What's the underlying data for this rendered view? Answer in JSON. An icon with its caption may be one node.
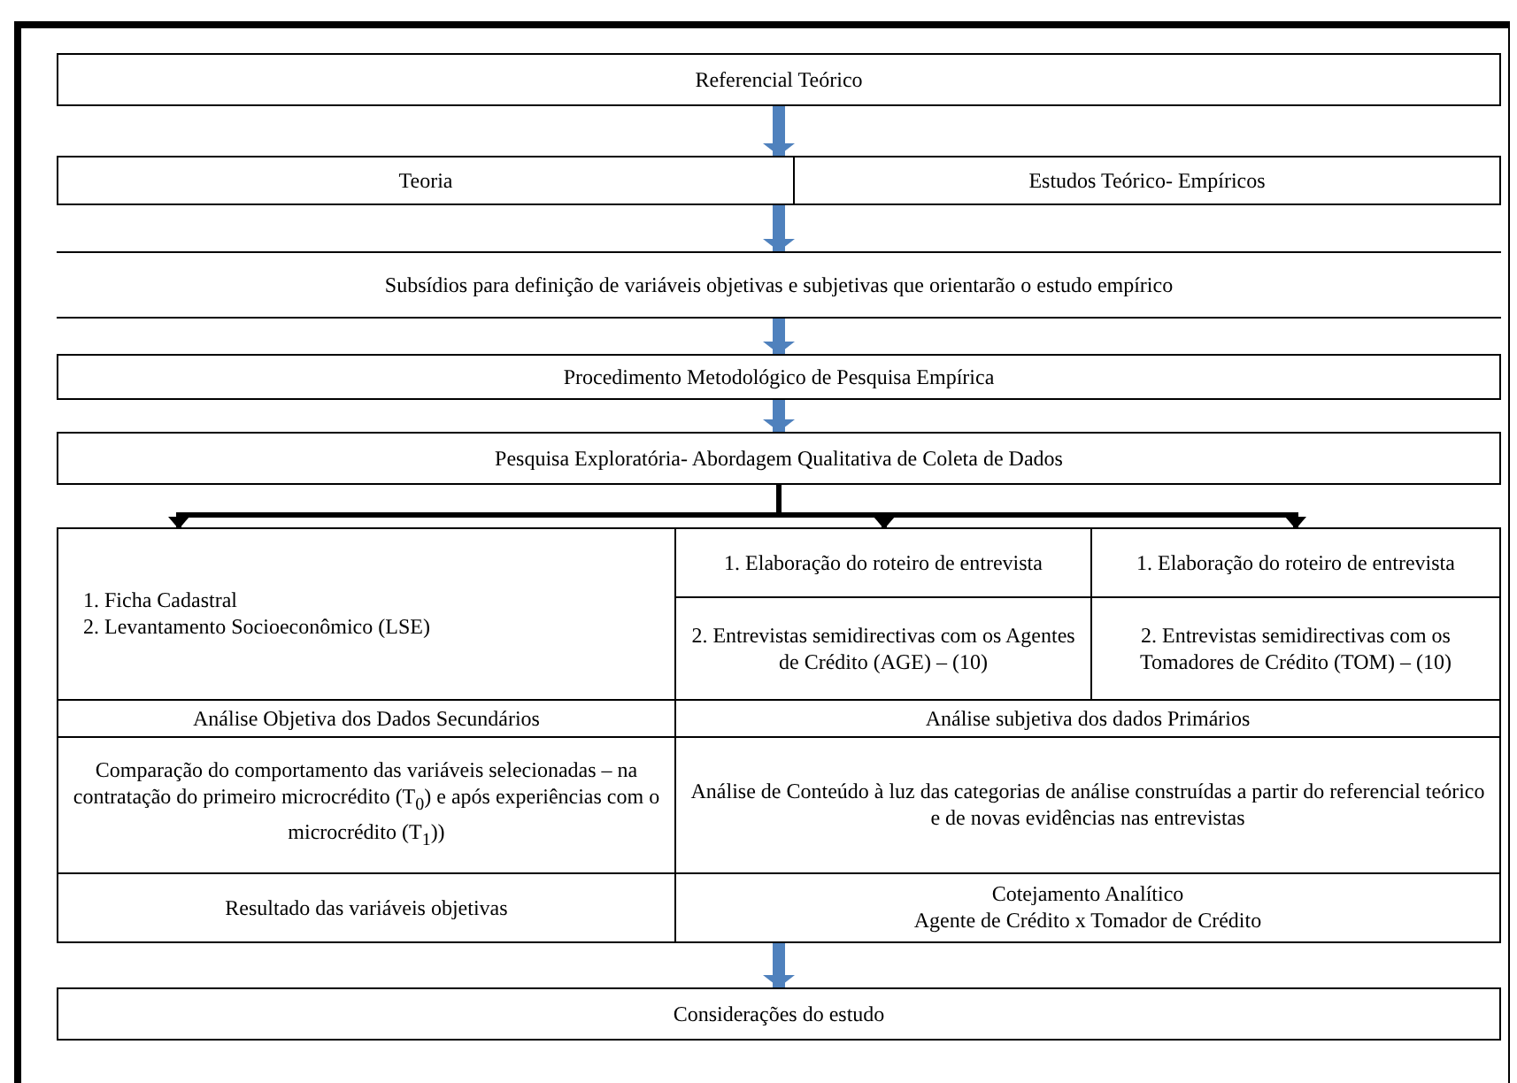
{
  "diagram": {
    "nodes": [
      {
        "text": [
          "Referencial Teórico"
        ]
      },
      {
        "text": [],
        "shape": "box"
      },
      {
        "text": [
          "Teoria"
        ],
        "in": 1
      },
      {
        "text": [
          "Estudos Teórico- Empíricos"
        ],
        "in": 1
      },
      {
        "text": [
          "Subsídios para definição de variáveis objetivas e subjetivas que orientarão o estudo empírico"
        ]
      },
      {
        "text": [
          "Procedimento Metodológico de Pesquisa Empírica"
        ]
      },
      {
        "text": [
          "Pesquisa Exploratória- Abordagem Qualitativa de Coleta de Dados"
        ]
      },
      {
        "text": [],
        "shape": "box"
      },
      {
        "text": [
          "1. Ficha Cadastral",
          "2. Levantamento Socioeconômico (LSE)"
        ],
        "in": 7
      },
      {
        "text": [
          "1. Elaboração do roteiro de entrevista"
        ],
        "in": 7
      },
      {
        "text": [
          "1. Elaboração do roteiro de entrevista"
        ],
        "in": 7
      },
      {
        "text": [
          "2. Entrevistas semidirectivas com os Agentes de Crédito (AGE) – (10)"
        ],
        "in": 7
      },
      {
        "text": [
          "2. Entrevistas semidirectivas com os Tomadores de Crédito (TOM) – (10)"
        ],
        "in": 7
      },
      {
        "text": [
          "Análise Objetiva dos Dados Secundários"
        ],
        "in": 7
      },
      {
        "text": [
          "Análise subjetiva dos dados Primários"
        ],
        "in": 7
      },
      {
        "text": [
          "Comparação do comportamento das variáveis selecionadas – na contratação do primeiro microcrédito (T$_{0}$) e após experiências com o microcrédito (T$_{1}$))"
        ],
        "in": 7
      },
      {
        "text": [
          "Análise de Conteúdo à luz das categorias de análise construídas a partir do referencial teórico e de novas evidências nas entrevistas"
        ],
        "in": 7
      },
      {
        "text": [
          "Resultado das variáveis objetivas"
        ],
        "in": 7
      },
      {
        "text": [
          "Cotejamento Analítico",
          "Agente de Crédito x Tomador de Crédito"
        ],
        "in": 7
      },
      {
        "text": [
          "Considerações do estudo"
        ]
      }
    ],
    "edges": [
      {
        "from": 0,
        "to": 1,
        "arrow": "to"
      },
      {
        "from": 1,
        "to": 4,
        "arrow": "to"
      },
      {
        "from": 4,
        "to": 5,
        "arrow": "to"
      },
      {
        "from": 5,
        "to": 6,
        "arrow": "to"
      },
      {
        "from": 6,
        "to": 8,
        "arrow": "to",
        "color": "#000000"
      },
      {
        "from": 6,
        "to": 9,
        "arrow": "to",
        "color": "#000000"
      },
      {
        "from": 6,
        "to": 10,
        "arrow": "to",
        "color": "#000000"
      },
      {
        "from": 7,
        "to": 19,
        "arrow": "to"
      }
    ]
  }
}
